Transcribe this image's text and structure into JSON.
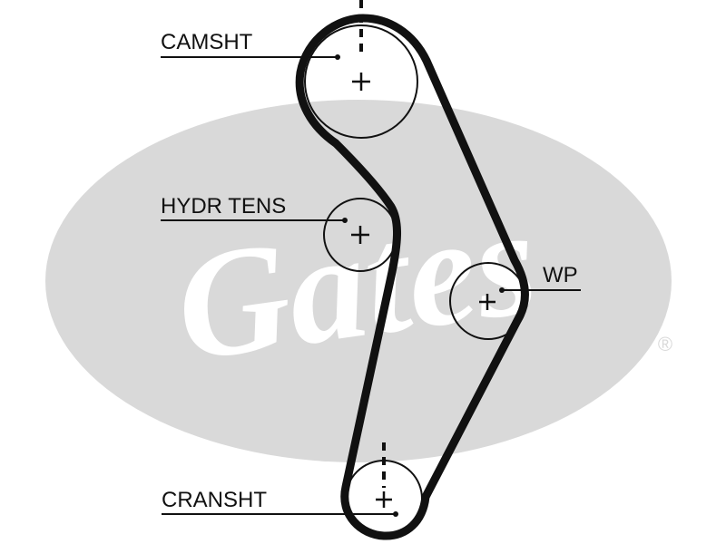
{
  "diagram": {
    "logo": {
      "brand": "Gates",
      "registered_mark": "®",
      "color": "#d9d9d9"
    },
    "colors": {
      "belt": "#111111",
      "pulley_stroke": "#111111",
      "leader_line": "#111111"
    },
    "pulleys": [
      {
        "id": "camshaft",
        "label": "CAMSHT"
      },
      {
        "id": "hydraulic-tensioner",
        "label": "HYDR TENS"
      },
      {
        "id": "water-pump",
        "label": "WP"
      },
      {
        "id": "crankshaft",
        "label": "CRANSHT"
      }
    ]
  }
}
